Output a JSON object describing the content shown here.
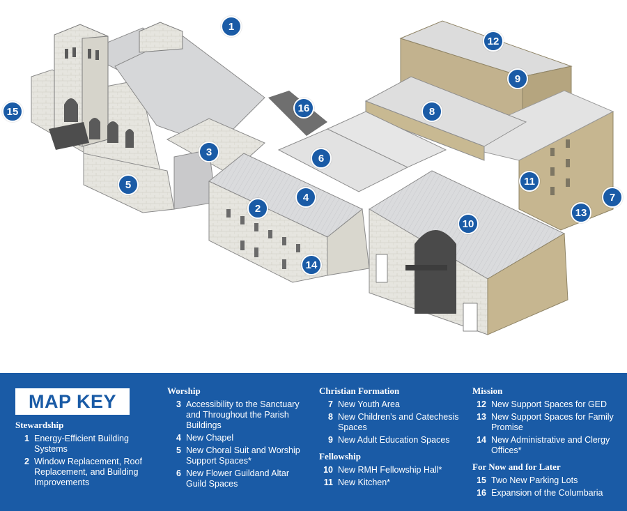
{
  "markers": [
    {
      "num": "1"
    },
    {
      "num": "2"
    },
    {
      "num": "3"
    },
    {
      "num": "4"
    },
    {
      "num": "5"
    },
    {
      "num": "6"
    },
    {
      "num": "7"
    },
    {
      "num": "8"
    },
    {
      "num": "9"
    },
    {
      "num": "10"
    },
    {
      "num": "11"
    },
    {
      "num": "12"
    },
    {
      "num": "13"
    },
    {
      "num": "14"
    },
    {
      "num": "15"
    },
    {
      "num": "16"
    }
  ],
  "key": {
    "title": "MAP KEY",
    "stewardship": {
      "heading": "Stewardship",
      "items": [
        {
          "num": "1",
          "text": "Energy-Efficient Building Systems"
        },
        {
          "num": "2",
          "text": "Window Replacement, Roof Replacement, and Building Improvements"
        }
      ]
    },
    "worship": {
      "heading": "Worship",
      "items": [
        {
          "num": "3",
          "text": "Accessibility to the Sanctuary and Throughout the Parish Buildings"
        },
        {
          "num": "4",
          "text": "New Chapel"
        },
        {
          "num": "5",
          "text": "New Choral Suit and Worship Support Spaces*"
        },
        {
          "num": "6",
          "text": "New Flower Guildand Altar Guild Spaces"
        }
      ]
    },
    "christian_formation": {
      "heading": "Christian Formation",
      "items": [
        {
          "num": "7",
          "text": "New Youth Area"
        },
        {
          "num": "8",
          "text": "New Children’s and Catechesis Spaces"
        },
        {
          "num": "9",
          "text": "New Adult Education Spaces"
        }
      ]
    },
    "fellowship": {
      "heading": "Fellowship",
      "items": [
        {
          "num": "10",
          "text": "New RMH Fellowship Hall*"
        },
        {
          "num": "11",
          "text": "New Kitchen*"
        }
      ]
    },
    "mission": {
      "heading": "Mission",
      "items": [
        {
          "num": "12",
          "text": "New Support Spaces for GED"
        },
        {
          "num": "13",
          "text": "New Support Spaces for Family Promise"
        },
        {
          "num": "14",
          "text": "New Administrative and Clergy Offices*"
        }
      ]
    },
    "for_now": {
      "heading": "For Now and for Later",
      "items": [
        {
          "num": "15",
          "text": "Two New Parking Lots"
        },
        {
          "num": "16",
          "text": "Expansion of the Columbaria"
        }
      ]
    }
  },
  "colors": {
    "key_blue": "#1a5ba6",
    "stone": "#e6e5df",
    "roof": "#d7d8da",
    "tan": "#c2b28e"
  }
}
